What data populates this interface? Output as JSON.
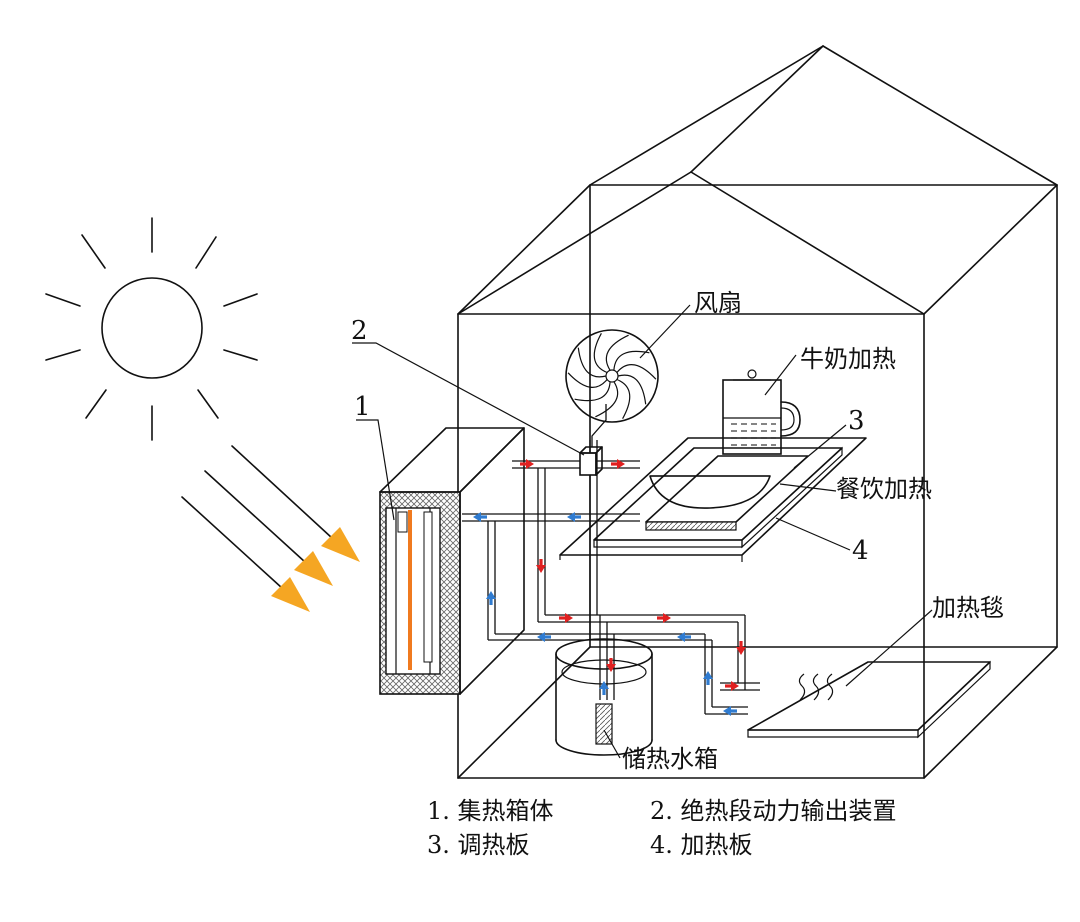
{
  "labels": {
    "fan": "风扇",
    "milk": "牛奶加热",
    "food": "餐饮加热",
    "blanket": "加热毯",
    "tank": "储热水箱",
    "n1": "1",
    "n2": "2",
    "n3": "3",
    "n4": "4"
  },
  "legend": {
    "item1": "1. 集热箱体",
    "item2": "2. 绝热段动力输出装置",
    "item3": "3. 调热板",
    "item4": "4. 加热板"
  },
  "colors": {
    "hot_flow": "#e02020",
    "cold_flow": "#2f7bd0",
    "sun_ray_tip": "#f5a623",
    "heat_pipe": "#f07a1f",
    "insulation_fill": "#d9d9d9"
  }
}
